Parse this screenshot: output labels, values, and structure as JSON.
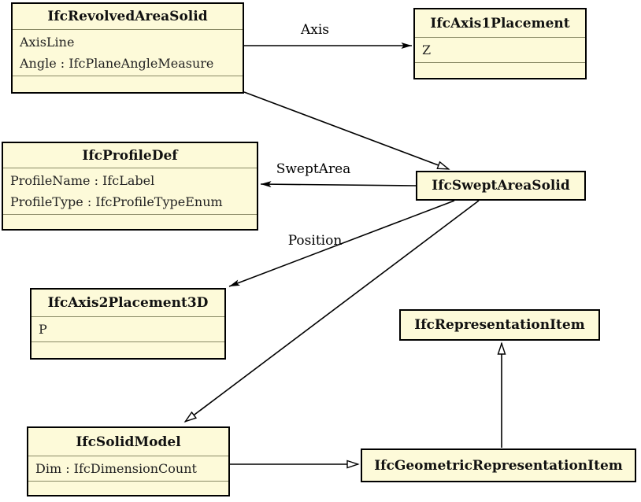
{
  "diagram": {
    "title": "IFC UML class diagram",
    "colors": {
      "box_fill": "#fdfad9",
      "box_border": "#000000",
      "divider": "#8a8a66",
      "edge": "#000000",
      "background": "#ffffff"
    },
    "classes": [
      {
        "name": "IfcRevolvedAreaSolid",
        "attributes": [
          "AxisLine",
          "Angle : IfcPlaneAngleMeasure"
        ]
      },
      {
        "name": "IfcAxis1Placement",
        "attributes": [
          "Z"
        ]
      },
      {
        "name": "IfcProfileDef",
        "attributes": [
          "ProfileName : IfcLabel",
          "ProfileType : IfcProfileTypeEnum"
        ]
      },
      {
        "name": "IfcSweptAreaSolid",
        "attributes": []
      },
      {
        "name": "IfcAxis2Placement3D",
        "attributes": [
          "P"
        ]
      },
      {
        "name": "IfcRepresentationItem",
        "attributes": []
      },
      {
        "name": "IfcSolidModel",
        "attributes": [
          "Dim : IfcDimensionCount"
        ]
      },
      {
        "name": "IfcGeometricRepresentationItem",
        "attributes": []
      }
    ],
    "edges": [
      {
        "label": "Axis",
        "from": "IfcRevolvedAreaSolid",
        "to": "IfcAxis1Placement",
        "type": "association"
      },
      {
        "label": "SweptArea",
        "from": "IfcSweptAreaSolid",
        "to": "IfcProfileDef",
        "type": "association"
      },
      {
        "label": "Position",
        "from": "IfcSweptAreaSolid",
        "to": "IfcAxis2Placement3D",
        "type": "association"
      },
      {
        "label": "",
        "from": "IfcRevolvedAreaSolid",
        "to": "IfcSweptAreaSolid",
        "type": "generalization"
      },
      {
        "label": "",
        "from": "IfcSweptAreaSolid",
        "to": "IfcSolidModel",
        "type": "generalization"
      },
      {
        "label": "",
        "from": "IfcSolidModel",
        "to": "IfcGeometricRepresentationItem",
        "type": "generalization"
      },
      {
        "label": "",
        "from": "IfcGeometricRepresentationItem",
        "to": "IfcRepresentationItem",
        "type": "generalization"
      }
    ]
  }
}
